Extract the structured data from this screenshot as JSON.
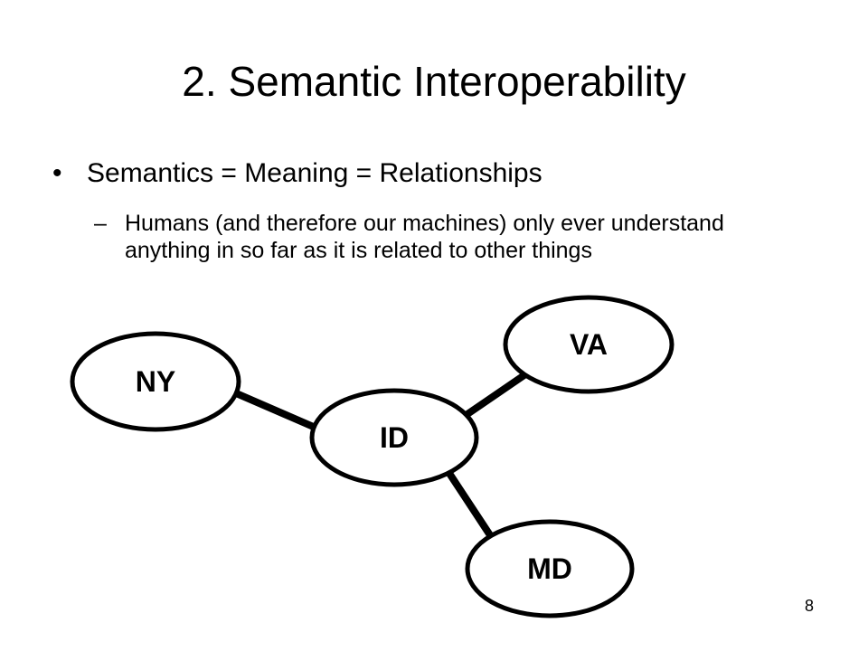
{
  "slide": {
    "title": "2. Semantic Interoperability",
    "bullet_marker": "•",
    "bullet": "Semantics = Meaning = Relationships",
    "sub_marker": "–",
    "sub_bullet": "Humans (and therefore our machines) only ever understand anything in so far as it is related to other things",
    "page_number": "8"
  },
  "diagram": {
    "nodes": [
      {
        "id": "ny",
        "label": "NY"
      },
      {
        "id": "id",
        "label": "ID"
      },
      {
        "id": "va",
        "label": "VA"
      },
      {
        "id": "md",
        "label": "MD"
      }
    ],
    "edges": [
      [
        "ny",
        "id"
      ],
      [
        "id",
        "va"
      ],
      [
        "id",
        "md"
      ]
    ]
  }
}
